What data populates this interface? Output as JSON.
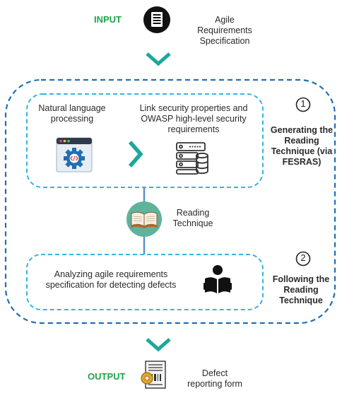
{
  "input": {
    "label": "INPUT",
    "doc_line1": "Agile",
    "doc_line2": "Requirements",
    "doc_line3": "Specification"
  },
  "phase1": {
    "number": "1",
    "nlp_line1": "Natural language",
    "nlp_line2": "processing",
    "link_line1": "Link security properties and",
    "link_line2": "OWASP high-level security",
    "link_line3": "requirements",
    "title_line1": "Generating the",
    "title_line2": "Reading",
    "title_line3": "Technique (via",
    "title_line4": "FESRAS)"
  },
  "artifact": {
    "line1": "Reading",
    "line2": "Technique"
  },
  "phase2": {
    "number": "2",
    "text_line1": "Analyzing agile requirements",
    "text_line2": "specification for detecting defects",
    "title_line1": "Following the",
    "title_line2": "Reading",
    "title_line3": "Technique"
  },
  "output": {
    "label": "OUTPUT",
    "line1": "Defect",
    "line2": "reporting form"
  },
  "colors": {
    "accent_green": "#1fa34a",
    "teal": "#1ba89a",
    "blue_dash": "#1f6fb5",
    "light_blue_dash": "#35b3e6"
  },
  "icons": [
    "document-icon",
    "chevron-down-icon",
    "code-gear-icon",
    "chevron-right-icon",
    "database-server-icon",
    "book-icon",
    "reader-icon",
    "report-form-icon"
  ]
}
